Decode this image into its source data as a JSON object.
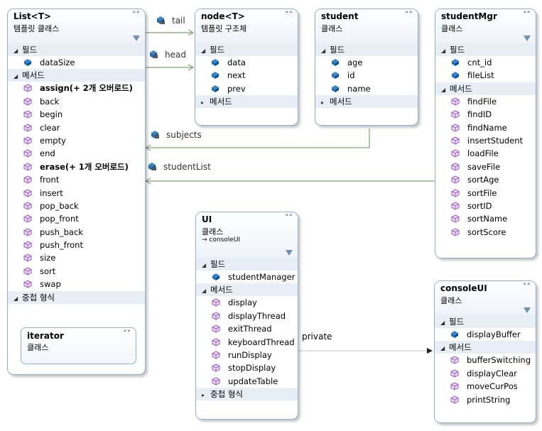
{
  "classes": {
    "list": {
      "title": "List<T>",
      "subtitle": "템플릿 클래스",
      "fields_label": "필드",
      "fields": [
        "dataSize"
      ],
      "methods_label": "메서드",
      "methods": [
        "assign(+ 2개 오버로드)",
        "back",
        "begin",
        "clear",
        "empty",
        "end",
        "erase(+ 1개 오버로드)",
        "front",
        "insert",
        "pop_back",
        "pop_front",
        "push_back",
        "push_front",
        "size",
        "sort",
        "swap"
      ],
      "nested_label": "중첩 형식",
      "nested": {
        "title": "iterator",
        "subtitle": "클래스"
      }
    },
    "node": {
      "title": "node<T>",
      "subtitle": "템플릿 구조체",
      "fields_label": "필드",
      "fields": [
        "data",
        "next",
        "prev"
      ],
      "methods_label": "메서드"
    },
    "student": {
      "title": "student",
      "subtitle": "클래스",
      "fields_label": "필드",
      "fields": [
        "age",
        "id",
        "name"
      ],
      "methods_label": "메서드"
    },
    "studentmgr": {
      "title": "studentMgr",
      "subtitle": "클래스",
      "fields_label": "필드",
      "fields": [
        "cnt_id",
        "fileList"
      ],
      "methods_label": "메서드",
      "methods": [
        "findFile",
        "findID",
        "findName",
        "insertStudent",
        "loadFile",
        "saveFile",
        "sortAge",
        "sortFile",
        "sortID",
        "sortName",
        "sortScore"
      ]
    },
    "ui": {
      "title": "UI",
      "subtitle": "클래스",
      "inherits": "consoleUI",
      "fields_label": "필드",
      "fields": [
        "studentManager"
      ],
      "methods_label": "메서드",
      "methods": [
        "display",
        "displayThread",
        "exitThread",
        "keyboardThread",
        "runDisplay",
        "stopDisplay",
        "updateTable"
      ],
      "nested_label": "중첩 형식"
    },
    "consoleui": {
      "title": "consoleUI",
      "subtitle": "클래스",
      "fields_label": "필드",
      "fields": [
        "displayBuffer"
      ],
      "methods_label": "메서드",
      "methods": [
        "bufferSwitching",
        "displayClear",
        "moveCurPos",
        "printString"
      ]
    }
  },
  "associations": {
    "tail": "tail",
    "head": "head",
    "subjects": "subjects",
    "studentlist": "studentList",
    "private": "private"
  },
  "colors": {
    "border": "#8eb0d6",
    "field_icon": "#1e6fb8",
    "method_icon": "#9b59c9",
    "line": "#7fa56f"
  }
}
